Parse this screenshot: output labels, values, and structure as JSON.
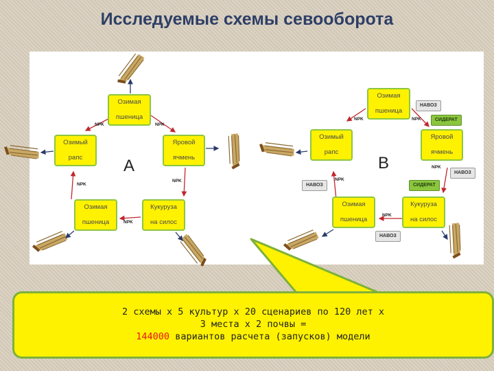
{
  "title": "Исследуемые схемы севооборота",
  "diagram_a": {
    "label": "A",
    "boxes": [
      {
        "l1": "Озимая",
        "l2": "пшеница"
      },
      {
        "l1": "Яровой",
        "l2": "ячмень"
      },
      {
        "l1": "Кукуруза",
        "l2": "на силос"
      },
      {
        "l1": "Озимая",
        "l2": "пшеница"
      },
      {
        "l1": "Озимый",
        "l2": "рапс"
      }
    ],
    "npk": [
      "NPK",
      "NPK",
      "NPK",
      "NPK",
      "NPK"
    ]
  },
  "diagram_b": {
    "label": "B",
    "boxes": [
      {
        "l1": "Озимая",
        "l2": "пшеница"
      },
      {
        "l1": "Яровой",
        "l2": "ячмень"
      },
      {
        "l1": "Кукуруза",
        "l2": "на силос"
      },
      {
        "l1": "Озимая",
        "l2": "пшеница"
      },
      {
        "l1": "Озимый",
        "l2": "рапс"
      }
    ],
    "npk": [
      "NPK",
      "NPK",
      "NPK",
      "NPK",
      "NPK"
    ],
    "tags": {
      "navoz1": "НАВОЗ",
      "siderat1": "СИДЕРАТ",
      "navoz2": "НАВОЗ",
      "siderat2": "СИДЕРАТ",
      "navoz3": "НАВОЗ",
      "navoz4": "НАВОЗ"
    }
  },
  "callout": {
    "line1": "2 схемы x 5 культур x 20 сценариев по 120 лет x",
    "line2": "3 места x 2 почвы =",
    "highlight": "144000",
    "line3_rest": " вариантов расчета (запусков) модели"
  },
  "colors": {
    "box_fill": "#fff200",
    "box_border": "#8dc63f",
    "arrow_red": "#c0262d",
    "arrow_blue": "#2b3a6b",
    "highlight": "#e8141d"
  }
}
